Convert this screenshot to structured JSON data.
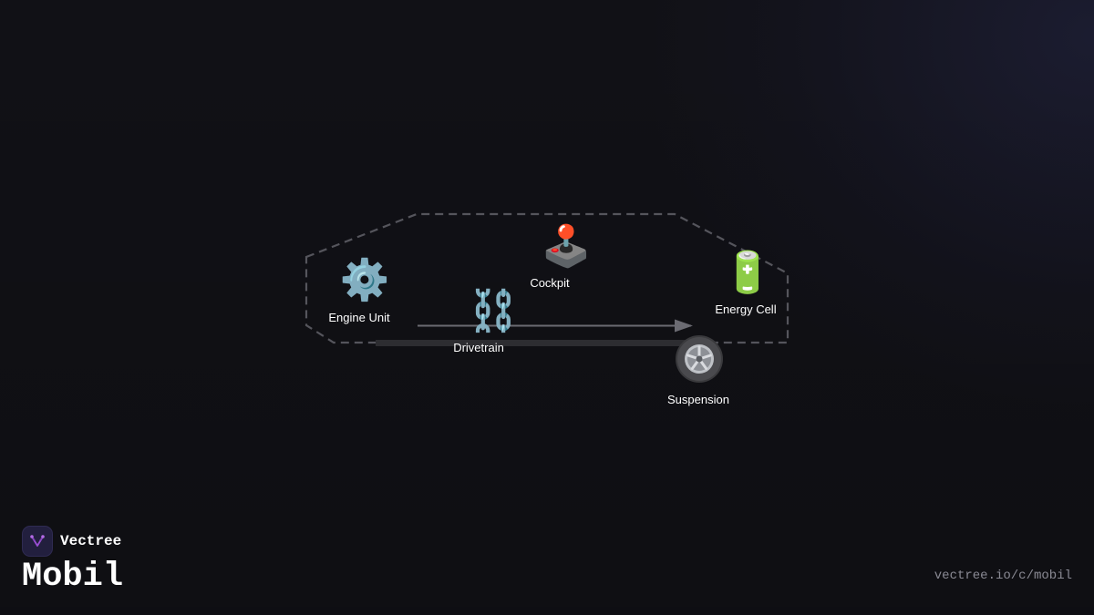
{
  "diagram": {
    "nodes": [
      {
        "id": "engine",
        "label": "Engine Unit",
        "icon": "gear-icon",
        "glyph": "⚙️"
      },
      {
        "id": "drivetrain",
        "label": "Drivetrain",
        "icon": "chain-icon",
        "glyph": "⛓️"
      },
      {
        "id": "cockpit",
        "label": "Cockpit",
        "icon": "joystick-icon",
        "glyph": "🕹️"
      },
      {
        "id": "energy",
        "label": "Energy Cell",
        "icon": "battery-icon",
        "glyph": "🔋"
      },
      {
        "id": "suspension",
        "label": "Suspension",
        "icon": "wheel-icon",
        "glyph": "🛞"
      }
    ],
    "edges": [
      {
        "from": "engine",
        "to": "suspension",
        "style": "arrow"
      }
    ],
    "colors": {
      "outline": "#55555c",
      "arrow": "#6b6b72",
      "bar": "#2d2d31",
      "label": "#ffffff"
    }
  },
  "footer": {
    "brand_name": "Vectree",
    "title": "Mobil",
    "url": "vectree.io/c/mobil"
  },
  "colors": {
    "background": "#111116",
    "accent": "#9b4fd6"
  }
}
